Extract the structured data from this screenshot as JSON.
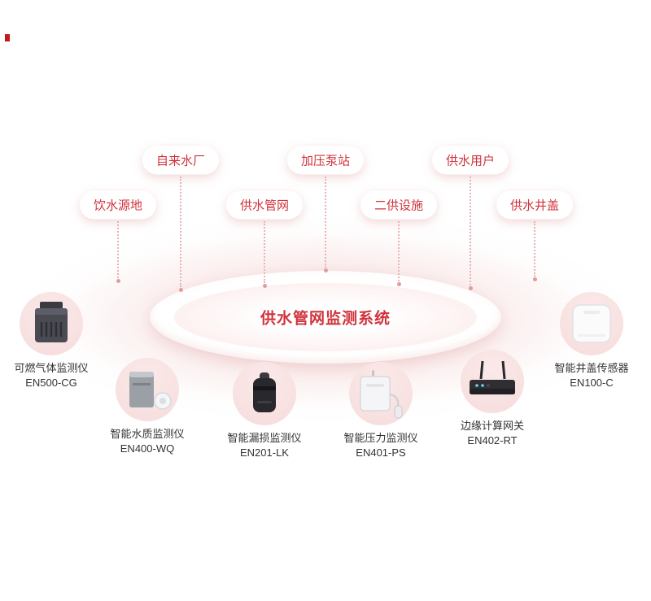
{
  "title": "供水管网监测系统",
  "pills": [
    {
      "label": "自来水厂"
    },
    {
      "label": "加压泵站"
    },
    {
      "label": "供水用户"
    },
    {
      "label": "饮水源地"
    },
    {
      "label": "供水管网"
    },
    {
      "label": "二供设施"
    },
    {
      "label": "供水井盖"
    }
  ],
  "devices": [
    {
      "name": "可燃气体监测仪",
      "model": "EN500-CG",
      "icon": "gas-detector-icon"
    },
    {
      "name": "智能水质监测仪",
      "model": "EN400-WQ",
      "icon": "water-quality-monitor-icon"
    },
    {
      "name": "智能漏损监测仪",
      "model": "EN201-LK",
      "icon": "leak-monitor-icon"
    },
    {
      "name": "智能压力监测仪",
      "model": "EN401-PS",
      "icon": "pressure-monitor-icon"
    },
    {
      "name": "边缘计算网关",
      "model": "EN402-RT",
      "icon": "edge-gateway-icon"
    },
    {
      "name": "智能井盖传感器",
      "model": "EN100-C",
      "icon": "manhole-sensor-icon"
    }
  ],
  "colors": {
    "accent_red": "#d0333b",
    "device_text": "#333333",
    "blob_pink": "#f7dfdf",
    "connector_pink": "#e7b4b4"
  }
}
